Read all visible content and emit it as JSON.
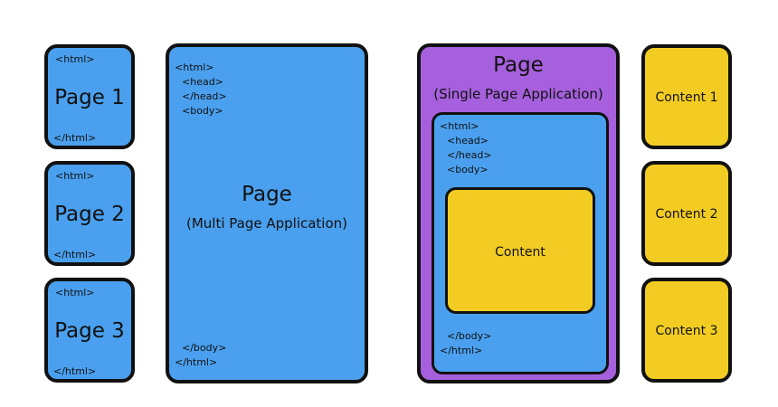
{
  "tags": {
    "html_open": "<html>",
    "html_close": "</html>",
    "head_open": "<head>",
    "head_close": "</head>",
    "body_open": "<body>",
    "body_close": "</body>"
  },
  "small_pages": [
    {
      "label": "Page 1"
    },
    {
      "label": "Page 2"
    },
    {
      "label": "Page 3"
    }
  ],
  "mpa": {
    "title": "Page",
    "subtitle": "(Multi Page Application)"
  },
  "spa": {
    "title": "Page",
    "subtitle": "(Single Page Application)",
    "content_label": "Content"
  },
  "contents": [
    {
      "label": "Content 1"
    },
    {
      "label": "Content 2"
    },
    {
      "label": "Content 3"
    }
  ],
  "colors": {
    "blue": "#4aa0ee",
    "yellow": "#f2cc22",
    "purple": "#a660dd",
    "border": "#111111"
  }
}
